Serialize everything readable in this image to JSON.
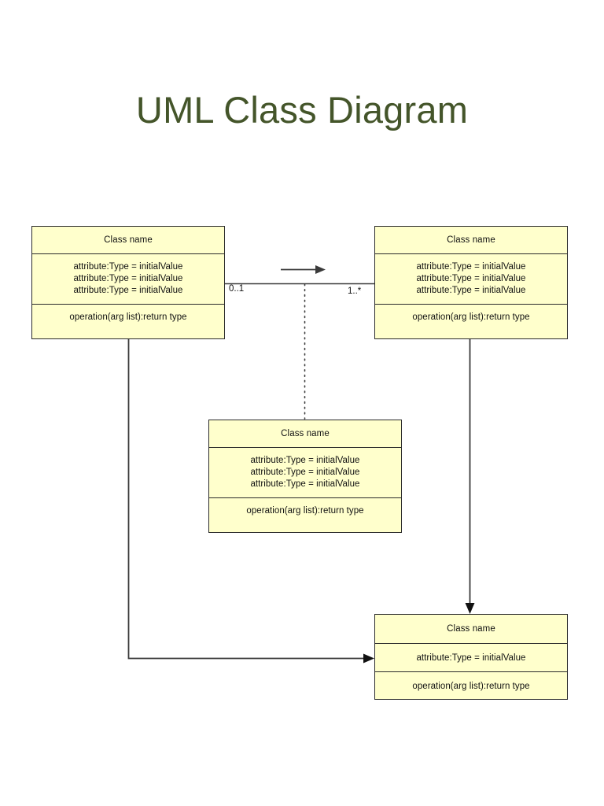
{
  "page": {
    "title": "UML Class Diagram",
    "background_color": "#ffffff",
    "title_color": "#44552a"
  },
  "style": {
    "class_fill": "#ffffcc",
    "class_border": "#2b2b2b",
    "connector_color": "#3a3a3a"
  },
  "classes": {
    "top_left": {
      "name": "Class name",
      "attributes": [
        "attribute:Type = initialValue",
        "attribute:Type = initialValue",
        "attribute:Type = initialValue"
      ],
      "operations": [
        "operation(arg list):return type"
      ]
    },
    "top_right": {
      "name": "Class name",
      "attributes": [
        "attribute:Type = initialValue",
        "attribute:Type = initialValue",
        "attribute:Type = initialValue"
      ],
      "operations": [
        "operation(arg list):return type"
      ]
    },
    "middle": {
      "name": "Class name",
      "attributes": [
        "attribute:Type = initialValue",
        "attribute:Type = initialValue",
        "attribute:Type = initialValue"
      ],
      "operations": [
        "operation(arg list):return type"
      ]
    },
    "bottom_right": {
      "name": "Class name",
      "attributes": [
        "attribute:Type = initialValue"
      ],
      "operations": [
        "operation(arg list):return type"
      ]
    }
  },
  "relationships": {
    "association_top": {
      "source_multiplicity": "0..1",
      "target_multiplicity": "1..*",
      "navigable": true
    }
  }
}
